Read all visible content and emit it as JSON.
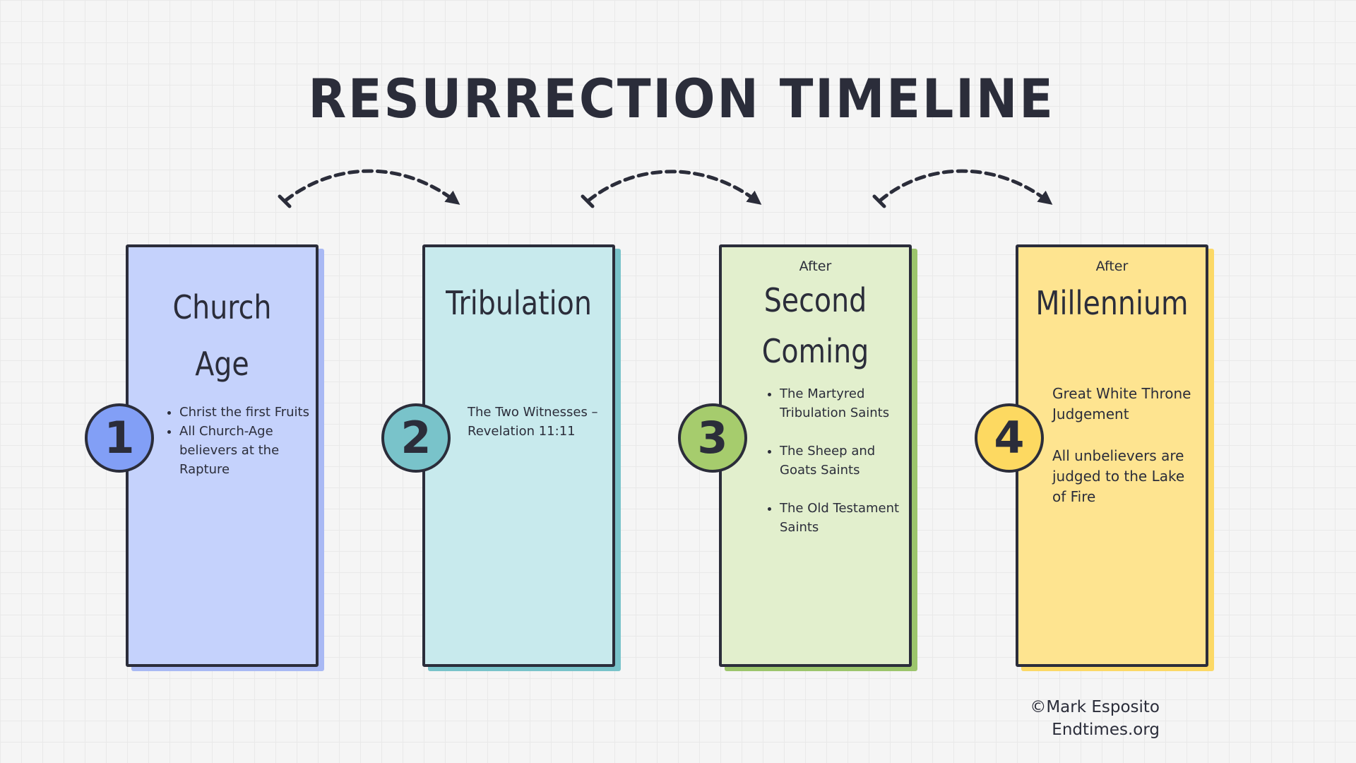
{
  "title": "RESURRECTION TIMELINE",
  "stages": [
    {
      "number": "1",
      "pre": "",
      "heading_lines": [
        "Church",
        "Age"
      ],
      "items": [
        "Christ the first Fruits",
        "All Church-Age believers at the Rapture"
      ],
      "body": [],
      "fill": "#c5d2fc",
      "shadow": "#a9b9f4",
      "badge_color": "#829ff6"
    },
    {
      "number": "2",
      "pre": "",
      "heading_lines": [
        "Tribulation"
      ],
      "items": [],
      "body": [
        "The Two Witnesses – Revelation 11:11"
      ],
      "fill": "#c8eaed",
      "shadow": "#79c3ca",
      "badge_color": "#79c3ca"
    },
    {
      "number": "3",
      "pre": "After",
      "heading_lines": [
        "Second",
        "Coming"
      ],
      "items": [
        "The Martyred Tribulation Saints",
        "The Sheep and Goats Saints",
        "The Old Testament Saints"
      ],
      "body": [],
      "fill": "#e2efcd",
      "shadow": "#9cc56c",
      "badge_color": "#a6cc6d"
    },
    {
      "number": "4",
      "pre": "After",
      "heading_lines": [
        "Millennium"
      ],
      "items": [],
      "body": [
        "Great White Throne Judgement",
        "All unbelievers are judged to the Lake of Fire"
      ],
      "fill": "#fee490",
      "shadow": "#fcd966",
      "badge_color": "#fdd961"
    }
  ],
  "credit": {
    "line1": "©Mark Esposito",
    "line2": "Endtimes.org"
  }
}
